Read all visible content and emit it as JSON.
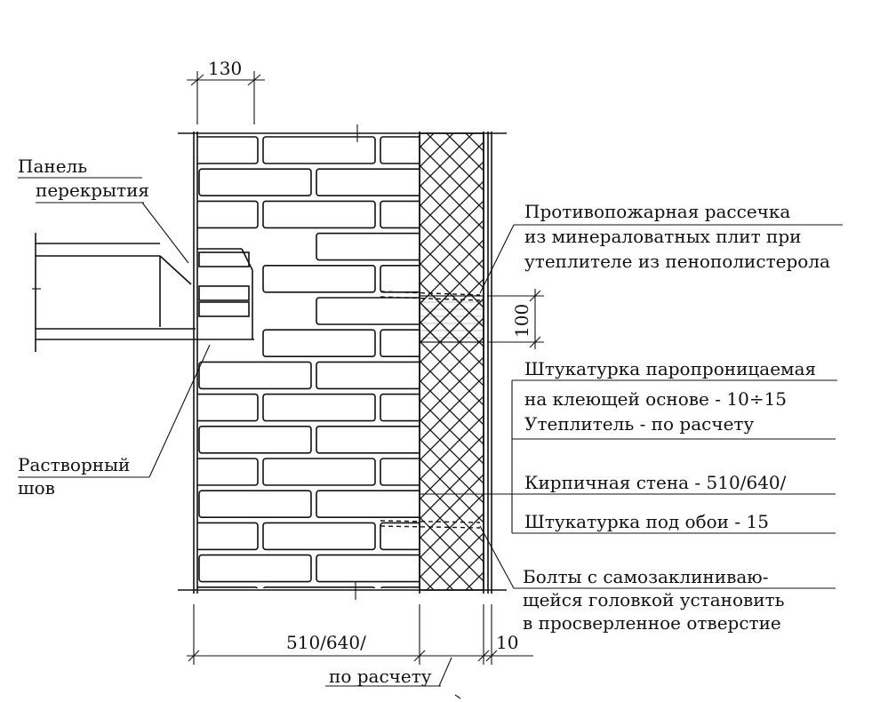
{
  "labels": {
    "floor_panel_1": "Панель",
    "floor_panel_2": "перекрытия",
    "mortar_joint_1": "Растворный",
    "mortar_joint_2": "шов",
    "firebreak_1": "Противопожарная рассечка",
    "firebreak_2": "из минераловатных плит при",
    "firebreak_3": "утеплителе из пенополистерола",
    "plaster_vapor_1": "Штукатурка паропроницаемая",
    "plaster_vapor_2": "на клеющей основе  -   10÷15",
    "insulation": "Утеплитель  - по расчету",
    "brick_wall": "Кирпичная стена - 510/640/",
    "plaster_wallpaper": "Штукатурка под обои  -    15",
    "bolts_1": "Болты с самозаклиниваю-",
    "bolts_2": "щейся головкой установить",
    "bolts_3": "в просверленное отверстие"
  },
  "dimensions": {
    "top_width": "130",
    "firebreak_height": "100",
    "wall_thickness": "510/640/",
    "plaster_thickness": "10",
    "insulation_thickness": "по расчету"
  },
  "colors": {
    "ink": "#111111",
    "paper": "#ffffff"
  }
}
